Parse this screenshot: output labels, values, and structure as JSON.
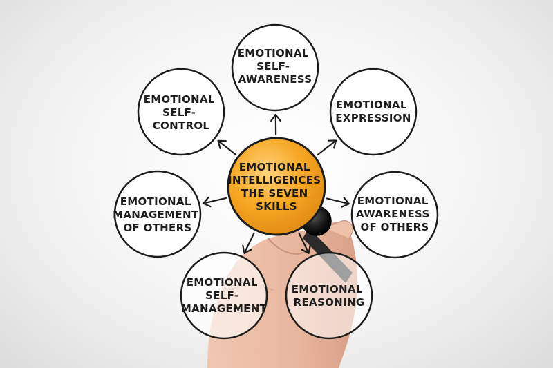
{
  "diagram": {
    "center": {
      "lines": [
        "EMOTIONAL",
        "INTELLIGENCES",
        "THE SEVEN",
        "SKILLS"
      ]
    },
    "nodes": [
      {
        "id": "self-awareness",
        "lines": [
          "EMOTIONAL",
          "SELF-",
          "AWARENESS"
        ]
      },
      {
        "id": "expression",
        "lines": [
          "EMOTIONAL",
          "EXPRESSION"
        ]
      },
      {
        "id": "awareness-of-others",
        "lines": [
          "EMOTIONAL",
          "AWARENESS",
          "OF OTHERS"
        ]
      },
      {
        "id": "reasoning",
        "lines": [
          "EMOTIONAL",
          "REASONING"
        ]
      },
      {
        "id": "self-management",
        "lines": [
          "EMOTIONAL",
          "SELF-",
          "MANAGEMENT"
        ]
      },
      {
        "id": "management-of-others",
        "lines": [
          "EMOTIONAL",
          "MANAGEMENT",
          "OF OTHERS"
        ]
      },
      {
        "id": "self-control",
        "lines": [
          "EMOTIONAL",
          "SELF-",
          "CONTROL"
        ]
      }
    ],
    "colors": {
      "center_fill": "#f5a623",
      "center_highlight": "#ffd27a",
      "outline": "#1c1c1c",
      "marker": "#1a1a1a"
    }
  }
}
